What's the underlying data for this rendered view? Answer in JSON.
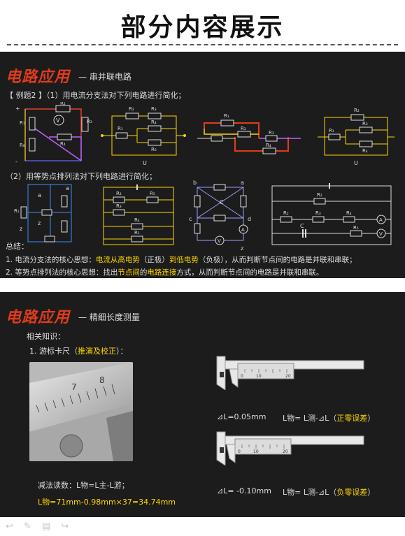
{
  "header": {
    "title": "部分内容展示"
  },
  "slide1": {
    "brand": "电路应用",
    "subtitle": "— 串并联电路",
    "example_tag": "【 例题2 】",
    "example_text": "（1）用电流分支法对下列电路进行简化；",
    "part2_text": "（2）用等势点排列法对下列电路进行简化；",
    "summary_label": "总结：",
    "summary1": {
      "prefix": "1. 电流分支法的核心思想：",
      "hl1": "电流从高电势",
      "mid1": "（正极）",
      "hl2": "到低电势",
      "mid2": "（负极），从而判断节点间的电路是并联和串联；"
    },
    "summary2": {
      "prefix": "2. 等势点排列法的核心思想：找出",
      "hl1": "节点间",
      "mid1": "的",
      "hl2": "电路连接",
      "mid2": "方式，从而判断节点间的电路是并联和串联。"
    },
    "circuit_labels": {
      "R1": "R₁",
      "R2": "R₂",
      "R3": "R₃",
      "R4": "R₄",
      "R5": "R₅",
      "R6": "R₆",
      "U": "U",
      "V": "V",
      "A": "A",
      "C": "C",
      "a": "a",
      "b": "b",
      "c": "c",
      "d": "d",
      "z": "z"
    }
  },
  "slide2": {
    "brand": "电路应用",
    "subtitle": "— 精细长度测量",
    "knowledge_label": "相关知识：",
    "item1_prefix": "1. 游标卡尺（",
    "item1_hl": "推演及校正",
    "item1_suffix": "）：",
    "dl1": "⊿L=0.05mm",
    "formula1_prefix": "L物= L测-⊿L（",
    "formula1_hl": "正零误差",
    "formula1_suffix": "）",
    "dl2": "⊿L= -0.10mm",
    "formula2_prefix": "L物= L测-⊿L（",
    "formula2_hl": "负零误差",
    "formula2_suffix": "）",
    "subtract_label": "减法读数：L物=L主-L游；",
    "result": "L物=71mm-0.98mm×37=34.74mm",
    "scale_labels": {
      "n10": "10",
      "n20": "20",
      "n0": "0"
    },
    "photo_labels": {
      "n7": "7",
      "n8": "8"
    }
  },
  "nav": {
    "icons": [
      "back-icon",
      "pen-icon",
      "menu-icon",
      "forward-icon"
    ],
    "glyphs": [
      "↩",
      "✎",
      "▤",
      "↪"
    ]
  }
}
